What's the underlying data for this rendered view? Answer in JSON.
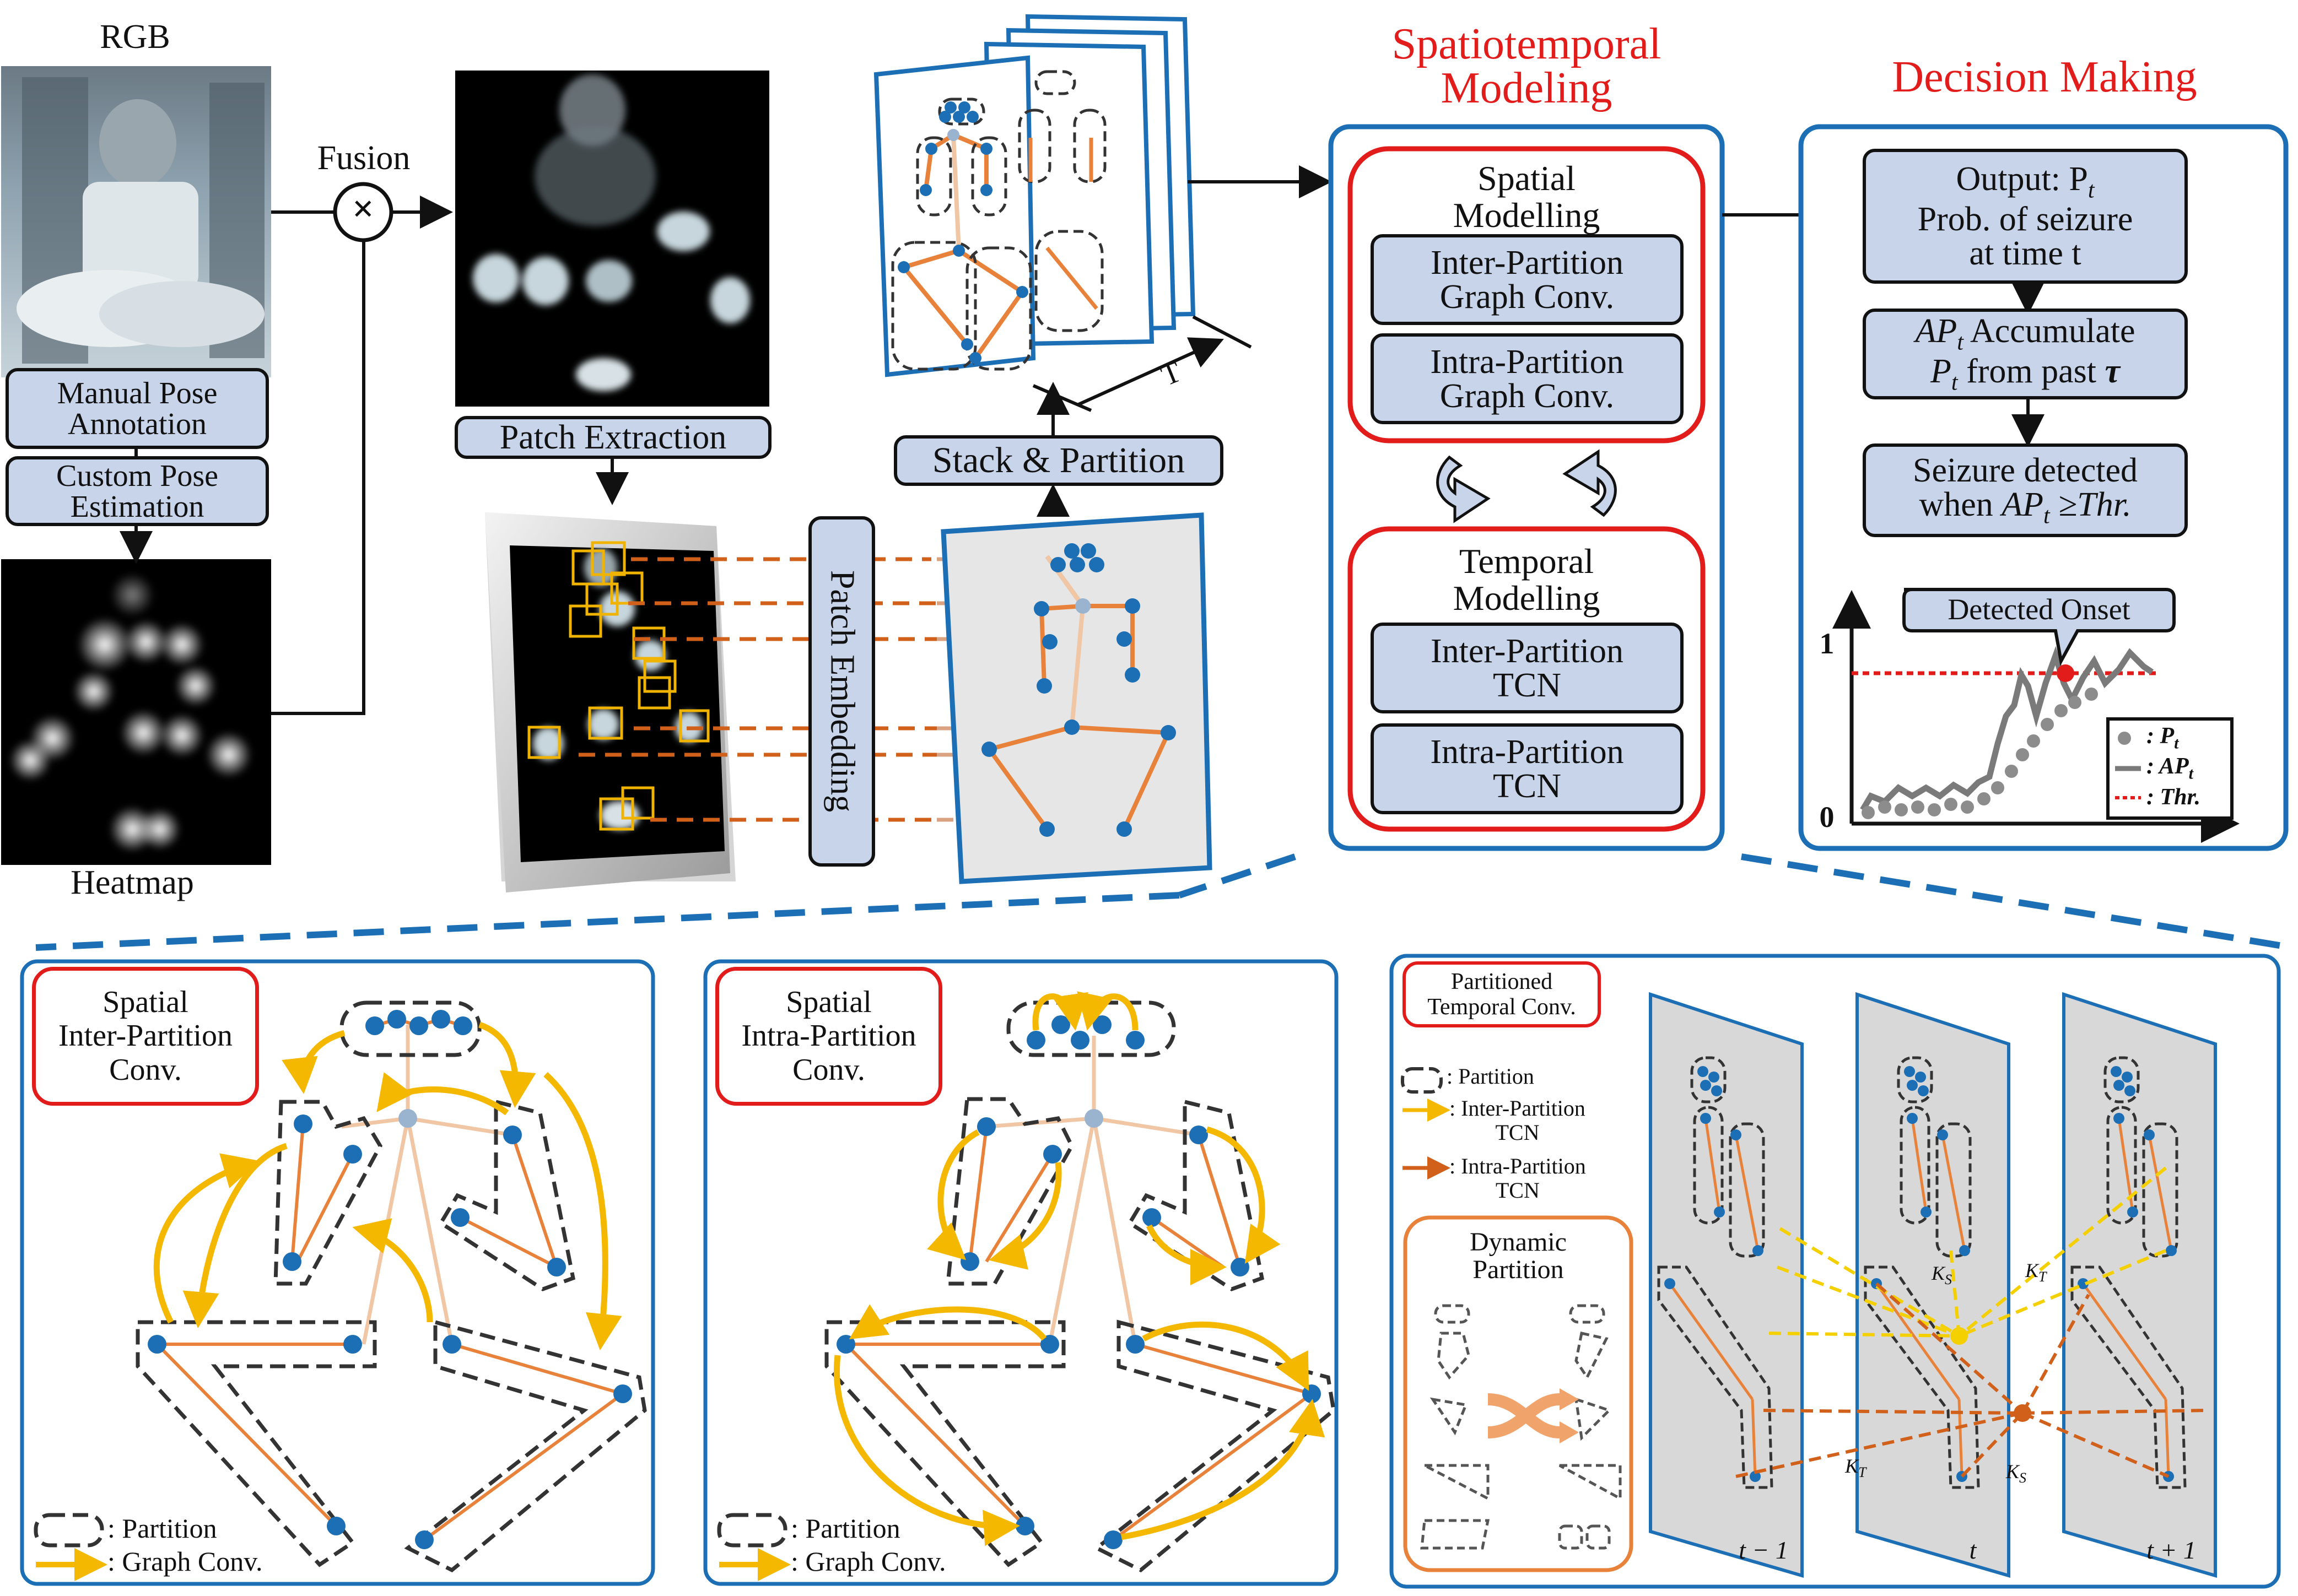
{
  "input": {
    "rgb_label": "RGB",
    "heatmap_label": "Heatmap",
    "fusion_label": "Fusion",
    "fusion_symbol": "×",
    "manual_pose": "Manual Pose\nAnnotation",
    "custom_pose": "Custom Pose\nEstimation"
  },
  "patch": {
    "extraction_label": "Patch Extraction",
    "embedding_label": "Patch Embedding",
    "stack_label": "Stack & Partition",
    "time_label": "T"
  },
  "spatiotemporal": {
    "title": "Spatiotemporal\nModeling",
    "spatial_title": "Spatial\nModelling",
    "spatial_inter": "Inter-Partition\nGraph Conv.",
    "spatial_intra": "Intra-Partition\nGraph Conv.",
    "temporal_title": "Temporal\nModelling",
    "temporal_inter": "Inter-Partition\nTCN",
    "temporal_intra": "Intra-Partition\nTCN"
  },
  "decision": {
    "title": "Decision Making",
    "output_line1": "Output: P",
    "output_line1_sub": "t",
    "output_line2": "Prob. of seizure",
    "output_line3": "at time t",
    "accum_a": "AP",
    "accum_a_sub": "t",
    "accum_b": " Accumulate",
    "accum_c": "P",
    "accum_c_sub": "t",
    "accum_d": " from past ",
    "accum_tau": "τ",
    "detect_line1": "Seizure detected",
    "detect_line2a": "when ",
    "detect_ap": "AP",
    "detect_ap_sub": "t",
    "detect_line2b": " ≥Thr.",
    "callout": "Detected Onset",
    "y_one": "1",
    "y_zero": "0",
    "legend_pt": ": P",
    "legend_pt_sub": "t",
    "legend_apt": ": AP",
    "legend_apt_sub": "t",
    "legend_thr": ": Thr."
  },
  "panel1": {
    "tag": "Spatial\nInter-Partition\nConv.",
    "legend_partition": ": Partition",
    "legend_graph": ": Graph Conv."
  },
  "panel2": {
    "tag": "Spatial\nIntra-Partition\nConv.",
    "legend_partition": ": Partition",
    "legend_graph": ": Graph Conv."
  },
  "panel3": {
    "tag": "Partitioned\nTemporal Conv.",
    "legend_partition": ": Partition",
    "legend_inter": ": Inter-Partition\nTCN",
    "legend_intra": ": Intra-Partition\nTCN",
    "dynamic": "Dynamic\nPartition",
    "ks_top": "K",
    "ks_top_sub": "S",
    "kt_top": "K",
    "kt_top_sub": "T",
    "kt_bottom": "K",
    "kt_bottom_sub": "T",
    "ks_bottom": "K",
    "ks_bottom_sub": "S",
    "t_minus": "t − 1",
    "t_mid": "t",
    "t_plus": "t + 1"
  },
  "colors": {
    "box_fill": "#c8d4ea",
    "red": "#e21b1b",
    "blue": "#1c6fb5",
    "joint_blue": "#1c6fb5",
    "orange_bone": "#e8823a",
    "yellow_arrow": "#f5b800",
    "dark_orange": "#d0601a"
  }
}
